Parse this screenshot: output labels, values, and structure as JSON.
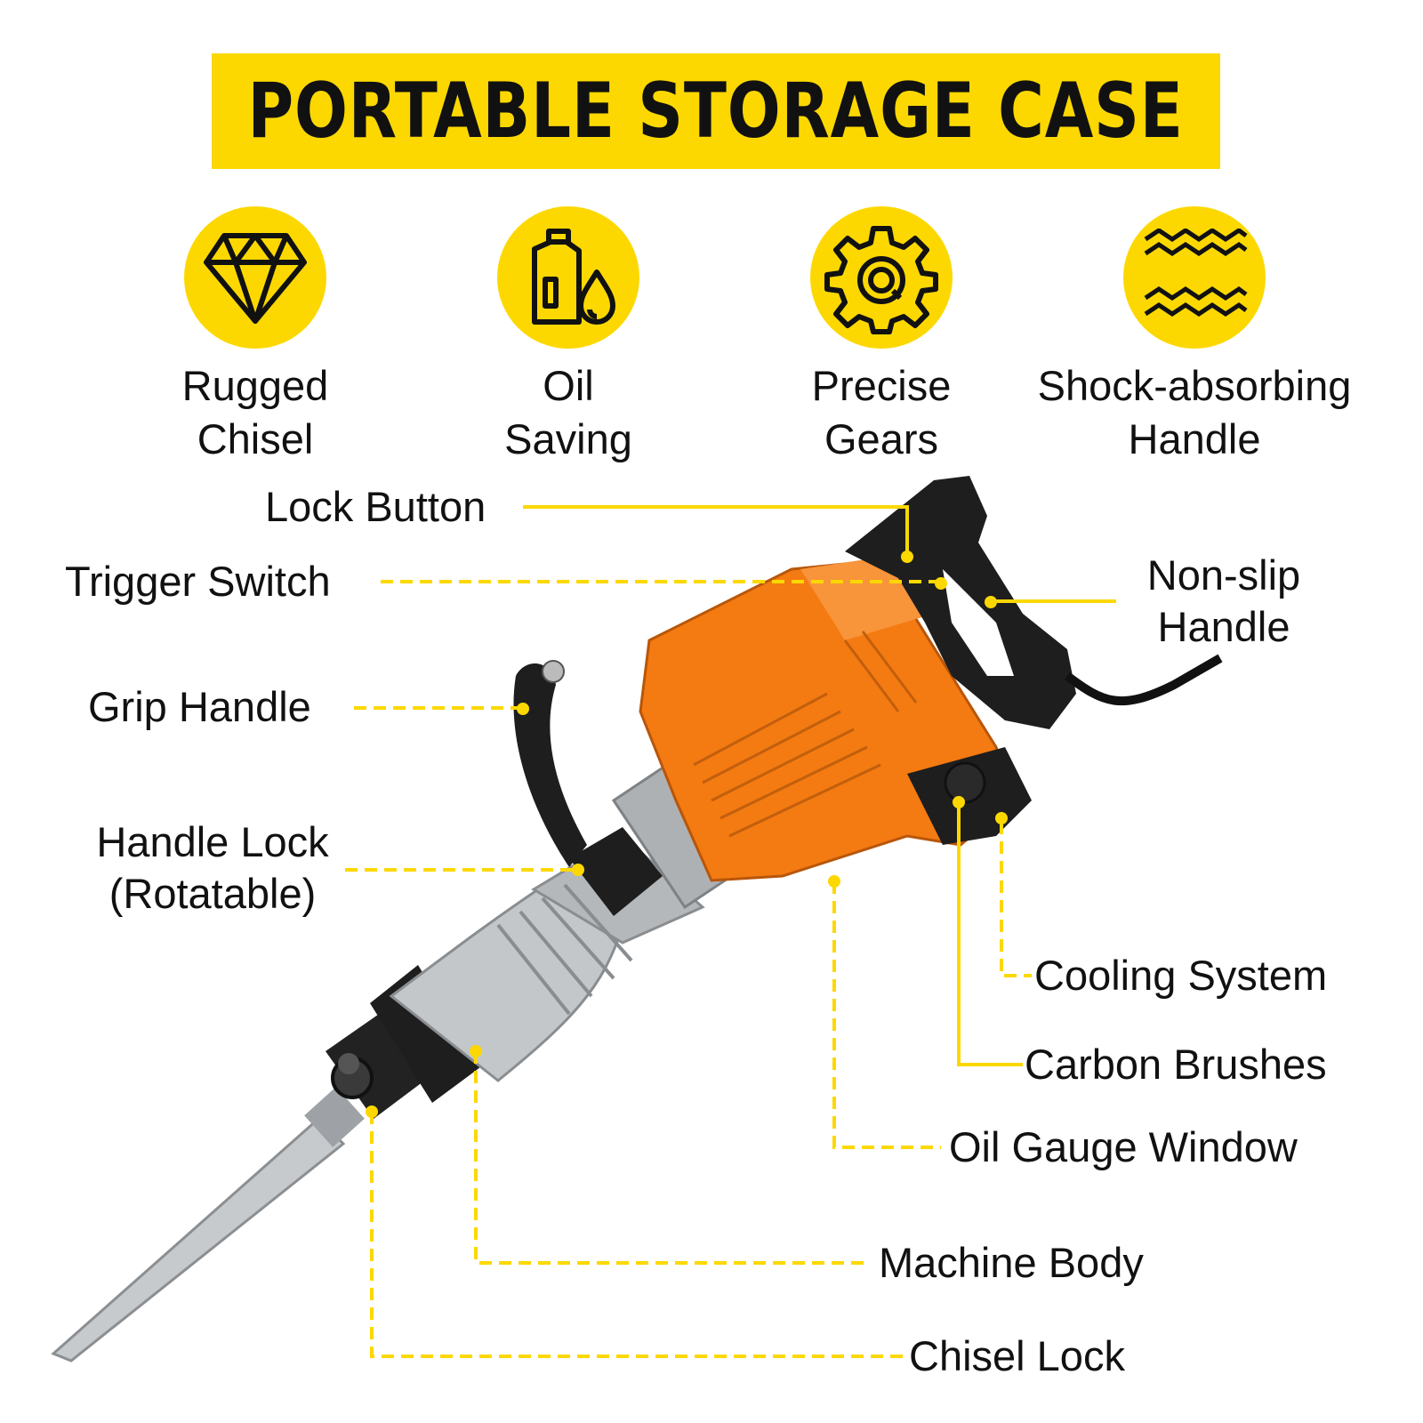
{
  "banner": {
    "title": "PORTABLE STORAGE CASE"
  },
  "features": [
    {
      "icon": "diamond-icon",
      "line1": "Rugged",
      "line2": "Chisel"
    },
    {
      "icon": "oil-bottle-icon",
      "line1": "Oil",
      "line2": "Saving"
    },
    {
      "icon": "gear-icon",
      "line1": "Precise",
      "line2": "Gears"
    },
    {
      "icon": "waves-icon",
      "line1": "Shock-absorbing",
      "line2": "Handle"
    }
  ],
  "callouts": {
    "lock_button": "Lock Button",
    "trigger_switch": "Trigger Switch",
    "non_slip_line1": "Non-slip",
    "non_slip_line2": "Handle",
    "grip_handle": "Grip Handle",
    "handle_lock_line1": "Handle Lock",
    "handle_lock_line2": "(Rotatable)",
    "cooling_system": "Cooling System",
    "carbon_brushes": "Carbon Brushes",
    "oil_gauge_window": "Oil Gauge Window",
    "machine_body": "Machine Body",
    "chisel_lock": "Chisel Lock"
  },
  "colors": {
    "accent": "#fcd800",
    "orange": "#f47a12",
    "silver": "#b9bcbf",
    "handle": "#1c1c1c"
  }
}
